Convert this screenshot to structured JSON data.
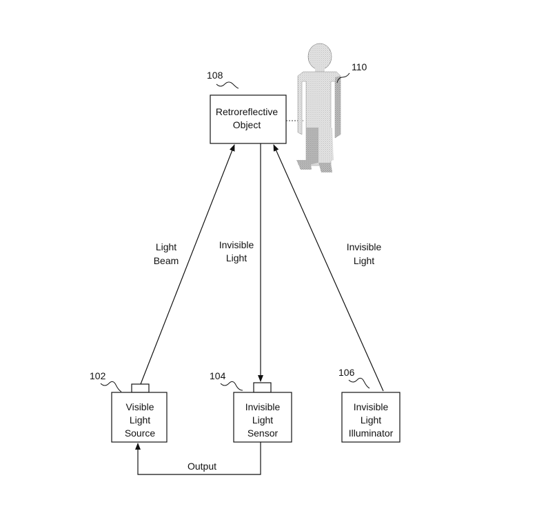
{
  "nodes": {
    "retro": {
      "ref": "108",
      "lines": [
        "Retroreflective",
        "Object"
      ]
    },
    "person": {
      "ref": "110"
    },
    "visible_source": {
      "ref": "102",
      "lines": [
        "Visible",
        "Light",
        "Source"
      ]
    },
    "invisible_sensor": {
      "ref": "104",
      "lines": [
        "Invisible",
        "Light",
        "Sensor"
      ]
    },
    "invisible_illuminator": {
      "ref": "106",
      "lines": [
        "Invisible",
        "Light",
        "Illuminator"
      ]
    }
  },
  "edges": {
    "light_beam": [
      "Light",
      "Beam"
    ],
    "invisible_light_center": [
      "Invisible",
      "Light"
    ],
    "invisible_light_right": [
      "Invisible",
      "Light"
    ],
    "output": "Output"
  }
}
